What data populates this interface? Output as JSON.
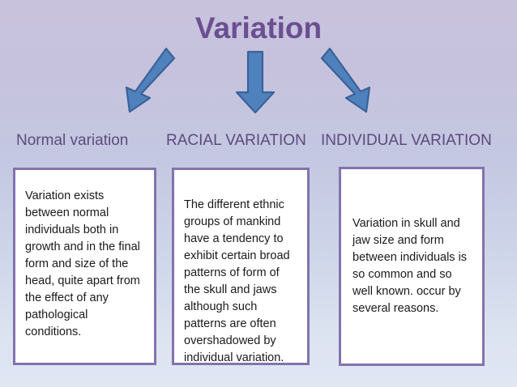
{
  "slide": {
    "title": "Variation",
    "title_color": "#6b4f91",
    "background_top_color": "#c8c2dd",
    "background_bottom_color": "#e0e6f2"
  },
  "arrows": [
    {
      "name": "arrow-down-left",
      "direction": "down-left",
      "fill": "#4f81bd",
      "stroke": "#3a6298"
    },
    {
      "name": "arrow-down",
      "direction": "down",
      "fill": "#4f81bd",
      "stroke": "#3a6298"
    },
    {
      "name": "arrow-down-right",
      "direction": "down-right",
      "fill": "#4f81bd",
      "stroke": "#3a6298"
    }
  ],
  "columns": [
    {
      "heading": "Normal variation",
      "heading_color": "#5b4a7d",
      "body": "Variation exists between normal individuals both in growth and in the final form and size of the head, quite apart from the effect of any pathological conditions.",
      "border_color": "#8273ad"
    },
    {
      "heading": "RACIAL VARIATION",
      "heading_color": "#5b4a7d",
      "body": "The different ethnic groups of mankind have a tendency to exhibit certain broad patterns of form of the skull and jaws although such patterns are often overshadowed by individual variation.",
      "border_color": "#8273ad"
    },
    {
      "heading": "INDIVIDUAL VARIATION",
      "heading_color": "#5b4a7d",
      "body": "Variation in skull and jaw size and form between individuals is so common and so well known. occur by several reasons.",
      "border_color": "#8273ad"
    }
  ]
}
